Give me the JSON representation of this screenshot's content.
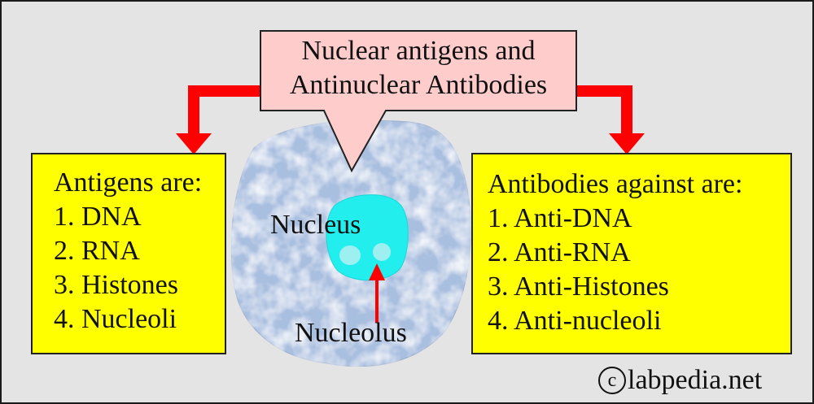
{
  "title": {
    "line1": "Nuclear antigens and",
    "line2": "Antinuclear  Antibodies"
  },
  "antigens_box": {
    "heading": "Antigens are:",
    "items": [
      "1. DNA",
      "2. RNA",
      "3. Histones",
      "4. Nucleoli"
    ]
  },
  "antibodies_box": {
    "heading": "Antibodies against are:",
    "items": [
      "1. Anti-DNA",
      "2. Anti-RNA",
      "3. Anti-Histones",
      "4. Anti-nucleoli"
    ]
  },
  "cell": {
    "nucleus_label": "Nucleus",
    "nucleolus_label": "Nucleolus"
  },
  "copyright": {
    "symbol": "c",
    "text": "labpedia.net"
  },
  "colors": {
    "background": "#e4e4e4",
    "box_fill": "#ffff00",
    "callout_fill": "#ffcccc",
    "arrow_red": "#ff0000",
    "cell_fill": "#a9bfe0",
    "nucleus_fill": "#22eeee",
    "nucleolus_fill": "#9ef0f0"
  }
}
